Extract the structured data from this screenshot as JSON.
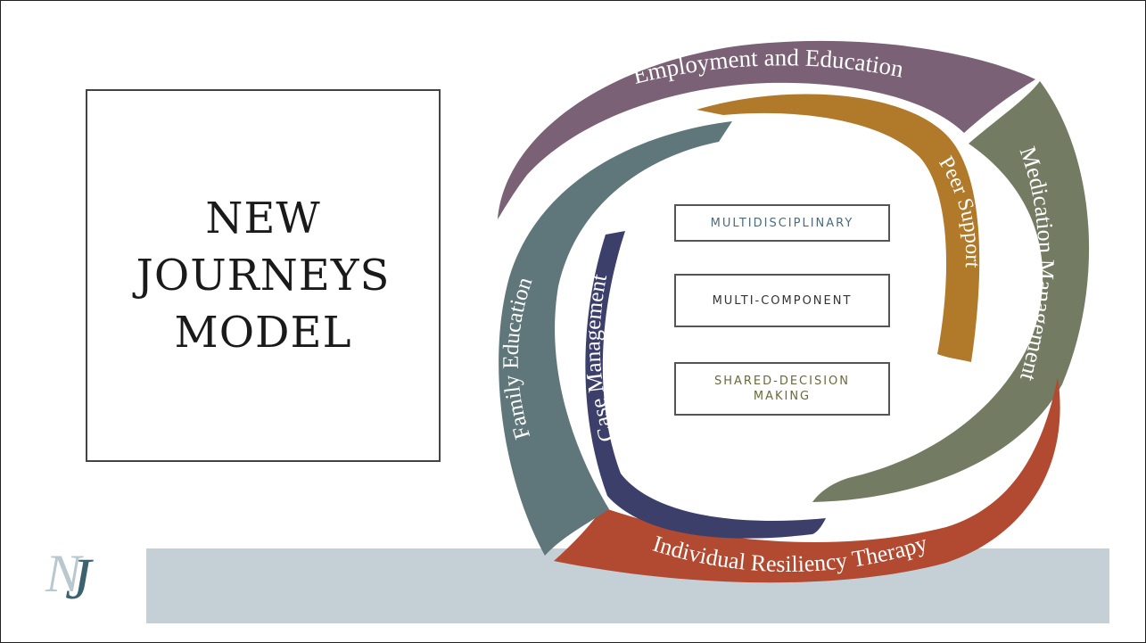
{
  "title": {
    "line1": "NEW",
    "line2": "JOURNEYS",
    "line3": "MODEL"
  },
  "logo": {
    "text": "NJ",
    "colors": [
      "#b9c8cf",
      "#3c6270"
    ]
  },
  "arcs": [
    {
      "label": "Employment and Education",
      "color": "#7a6175"
    },
    {
      "label": "Peer Support",
      "color": "#b07a2a"
    },
    {
      "label": "Medication Management",
      "color": "#737b63"
    },
    {
      "label": "Individual Resiliency Therapy",
      "color": "#b14a30"
    },
    {
      "label": "Family Education",
      "color": "#5f777a"
    },
    {
      "label": "Case Management",
      "color": "#3d3f6b"
    }
  ],
  "center_boxes": [
    {
      "text": "MULTIDISCIPLINARY"
    },
    {
      "text": "MULTI-COMPONENT"
    },
    {
      "text": "SHARED-DECISION MAKING"
    }
  ],
  "band_color": "#c5d0d6"
}
